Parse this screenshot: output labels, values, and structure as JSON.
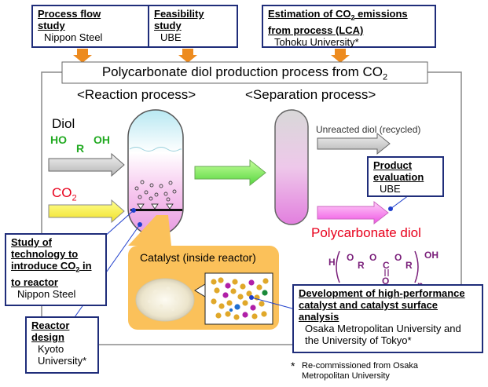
{
  "top_boxes": {
    "process_flow": {
      "title": "Process flow study",
      "org": "Nippon Steel"
    },
    "feasibility": {
      "title": "Feasibility study",
      "org": "UBE"
    },
    "lca": {
      "title_pre": "Estimation of CO",
      "title_sub": "2",
      "title_post": " emissions from process (LCA)",
      "org": "Tohoku University*"
    }
  },
  "banner": {
    "text": "Polycarbonate diol production process from CO",
    "sub": "2"
  },
  "sections": {
    "reaction": "<Reaction process>",
    "separation": "<Separation process>"
  },
  "inputs": {
    "diol_label": "Diol",
    "diol_formula": {
      "ho": "HO",
      "r": "R",
      "oh": "OH"
    },
    "co2_text": "CO",
    "co2_sub": "2"
  },
  "unreacted": "Unreacted diol (recycled)",
  "product": {
    "name": "Polycarbonate diol",
    "formula": {
      "h": "H",
      "o1": "O",
      "r1": "R",
      "o2": "O",
      "c": "C",
      "o3": "O",
      "r2": "R",
      "oh": "OH",
      "o_double": "O",
      "n": "n"
    }
  },
  "product_eval": {
    "title": "Product evaluation",
    "org": "UBE"
  },
  "catalyst": {
    "label": "Catalyst (inside reactor)"
  },
  "study_box": {
    "title_a": "Study of technology to introduce CO",
    "title_sub": "2",
    "title_b": " in to reactor",
    "org": "Nippon Steel"
  },
  "reactor_design": {
    "title": "Reactor design",
    "org": "Kyoto University*"
  },
  "catalyst_dev": {
    "title": "Development of high-performance catalyst and catalyst surface analysis",
    "org": "Osaka Metropolitan University and the University of Tokyo*"
  },
  "footnote": {
    "mark": "*",
    "text": "Re-commissioned from Osaka Metropolitan University"
  },
  "colors": {
    "box_border": "#1f2d7a",
    "arrow_orange": "#ed8b1f",
    "diol_green": "#22aa22",
    "co2_red": "#e8001c",
    "product_red": "#e8001c",
    "formula_purple": "#7a1f7a",
    "catalyst_bg": "#fbc15a",
    "connector_blue": "#1f3fcc"
  }
}
